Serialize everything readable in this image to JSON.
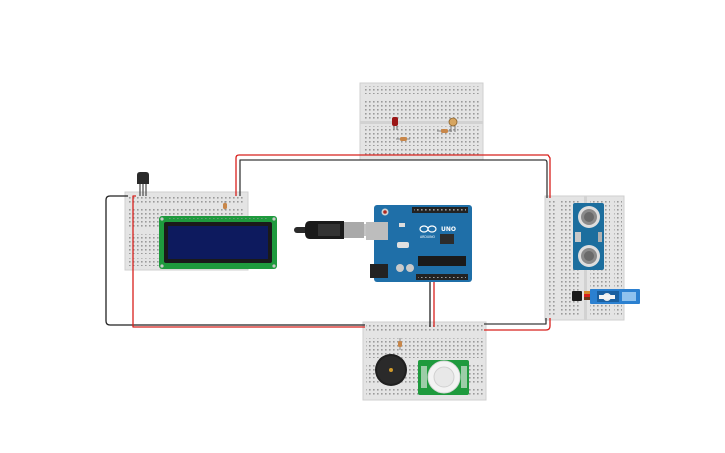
{
  "circuit": {
    "arduino": {
      "brand": "ARDUINO",
      "model": "UNO"
    },
    "parts": [
      "breadboard",
      "breadboard",
      "breadboard",
      "breadboard",
      "breadboard",
      "lcd-16x2",
      "temperature-sensor",
      "led",
      "resistor",
      "photoresistor",
      "ultrasonic-sensor",
      "servo",
      "transistor",
      "piezo-buzzer",
      "pir-sensor",
      "usb-cable",
      "arduino-uno"
    ]
  },
  "colors": {
    "wire_red": "#d8201c",
    "wire_black": "#222222",
    "arduino_blue": "#1f6fa8",
    "lcd_green": "#1e9a3d",
    "lcd_screen": "#0d1a5e",
    "breadboard": "#e4e4e4",
    "servo_blue": "#2b80d0"
  },
  "icons": {
    "logo": "arduino-infinity-icon"
  }
}
